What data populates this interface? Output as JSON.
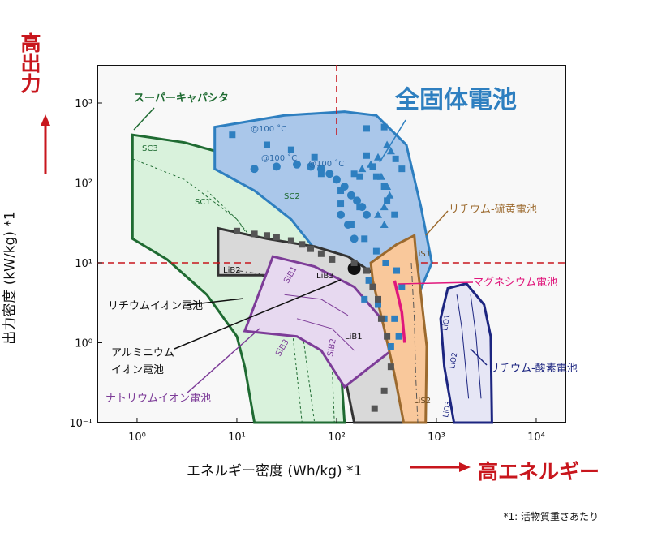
{
  "chart_data": {
    "type": "area",
    "xscale": "log",
    "yscale": "log",
    "xlim": [
      0.4,
      20000
    ],
    "ylim": [
      0.1,
      3000
    ],
    "xticks": [
      "10⁰",
      "10¹",
      "10²",
      "10³",
      "10⁴"
    ],
    "yticks": [
      "10⁻¹",
      "10⁰",
      "10¹",
      "10²",
      "10³"
    ],
    "xlabel": "エネルギー密度 (Wh/kg) *1",
    "ylabel": "出力密度 (kW/kg) *1",
    "regions": [
      {
        "name": "スーパーキャパシタ",
        "sublabels": [
          "SC3",
          "SC1",
          "SC2"
        ],
        "color": "#d9f2dc",
        "edge": "#1f6b32"
      },
      {
        "name": "全固体電池",
        "sublabels": [
          "@100 ˚C",
          "@100 ˚C",
          "@100 ˚C"
        ],
        "color": "#aac7ea",
        "edge": "#2e7fc0"
      },
      {
        "name": "リチウムイオン電池",
        "sublabels": [
          "LiB2",
          "LiB3",
          "LiB1"
        ],
        "color": "#d9d9d9",
        "edge": "#333333"
      },
      {
        "name": "ナトリウムイオン電池",
        "sublabels": [
          "SiB1",
          "SiB3",
          "SiB2"
        ],
        "color": "#e7d9f0",
        "edge": "#7d3c98"
      },
      {
        "name": "リチウム-硫黄電池",
        "sublabels": [
          "LiS1",
          "LiS2"
        ],
        "color": "#f9c89b",
        "edge": "#9c6a2e"
      },
      {
        "name": "リチウム-酸素電池",
        "sublabels": [
          "LiO1",
          "LiO2",
          "LiO3"
        ],
        "color": "#e6e6f5",
        "edge": "#1c2580"
      }
    ],
    "point_labels": [
      "マグネシウム電池",
      "アルミニウム イオン電池"
    ],
    "title_main": "全固体電池",
    "reference_lines": {
      "x": 100,
      "y": 10
    }
  },
  "labels": {
    "high_energy": "高エネルギー",
    "high_power": "高出力",
    "footnote": "*1: 活物質重さあたり"
  },
  "colors": {
    "accent_red": "#c8161d",
    "solid_state_blue": "#2e7fc0",
    "magnesium_pink": "#e0177c"
  }
}
